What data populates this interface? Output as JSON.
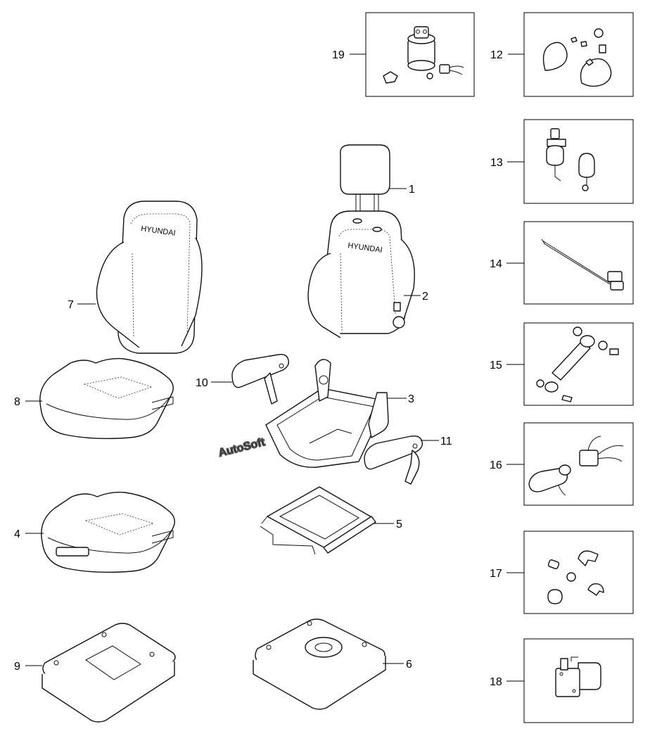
{
  "watermark": "AutoSoft",
  "seat_logo_text": "HYUNDAI",
  "callouts": [
    {
      "id": "1",
      "label": "1",
      "part": "headrest"
    },
    {
      "id": "2",
      "label": "2",
      "part": "backrest-assembly"
    },
    {
      "id": "3",
      "label": "3",
      "part": "seat-frame"
    },
    {
      "id": "4",
      "label": "4",
      "part": "seat-cushion-with-handle"
    },
    {
      "id": "5",
      "label": "5",
      "part": "slide-rail-frame"
    },
    {
      "id": "6",
      "label": "6",
      "part": "suspension-base-upper"
    },
    {
      "id": "7",
      "label": "7",
      "part": "backrest-cover"
    },
    {
      "id": "8",
      "label": "8",
      "part": "seat-cushion-cover"
    },
    {
      "id": "9",
      "label": "9",
      "part": "suspension-base-lower"
    },
    {
      "id": "10",
      "label": "10",
      "part": "armrest-left"
    },
    {
      "id": "11",
      "label": "11",
      "part": "armrest-right"
    },
    {
      "id": "12",
      "label": "12",
      "part": "knob-kit"
    },
    {
      "id": "13",
      "label": "13",
      "part": "seat-belt-kit"
    },
    {
      "id": "14",
      "label": "14",
      "part": "cable-kit"
    },
    {
      "id": "15",
      "label": "15",
      "part": "shock-absorber-kit"
    },
    {
      "id": "16",
      "label": "16",
      "part": "lever-switch-kit"
    },
    {
      "id": "17",
      "label": "17",
      "part": "small-parts-kit"
    },
    {
      "id": "18",
      "label": "18",
      "part": "compressor"
    },
    {
      "id": "19",
      "label": "19",
      "part": "air-valve-kit"
    }
  ]
}
